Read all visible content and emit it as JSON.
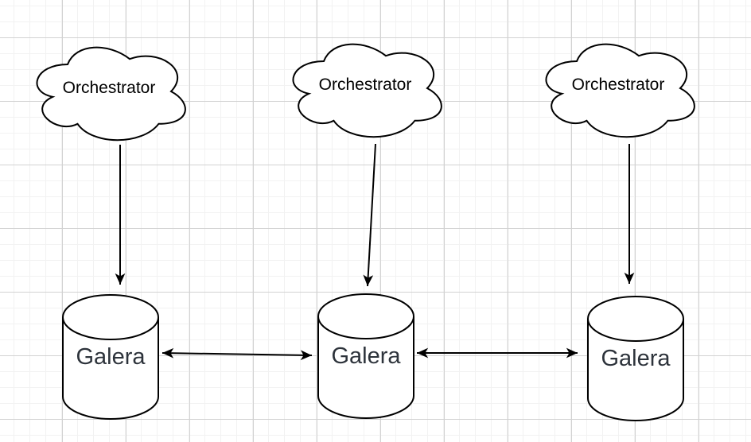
{
  "diagram": {
    "nodes": [
      {
        "id": "orchestrator-1",
        "type": "cloud",
        "label": "Orchestrator"
      },
      {
        "id": "orchestrator-2",
        "type": "cloud",
        "label": "Orchestrator"
      },
      {
        "id": "orchestrator-3",
        "type": "cloud",
        "label": "Orchestrator"
      },
      {
        "id": "galera-1",
        "type": "cylinder",
        "label": "Galera"
      },
      {
        "id": "galera-2",
        "type": "cylinder",
        "label": "Galera"
      },
      {
        "id": "galera-3",
        "type": "cylinder",
        "label": "Galera"
      }
    ],
    "edges": [
      {
        "from": "orchestrator-1",
        "to": "galera-1",
        "direction": "one-way"
      },
      {
        "from": "orchestrator-2",
        "to": "galera-2",
        "direction": "one-way"
      },
      {
        "from": "orchestrator-3",
        "to": "galera-3",
        "direction": "one-way"
      },
      {
        "from": "galera-1",
        "to": "galera-2",
        "direction": "two-way"
      },
      {
        "from": "galera-2",
        "to": "galera-3",
        "direction": "two-way"
      }
    ],
    "colors": {
      "background": "#ffffff",
      "grid_minor": "#f2f2f2",
      "grid_major": "#d2d2d2",
      "shape_stroke": "#000000",
      "cloud_label": "#000000",
      "cylinder_label": "#2d333b"
    }
  }
}
